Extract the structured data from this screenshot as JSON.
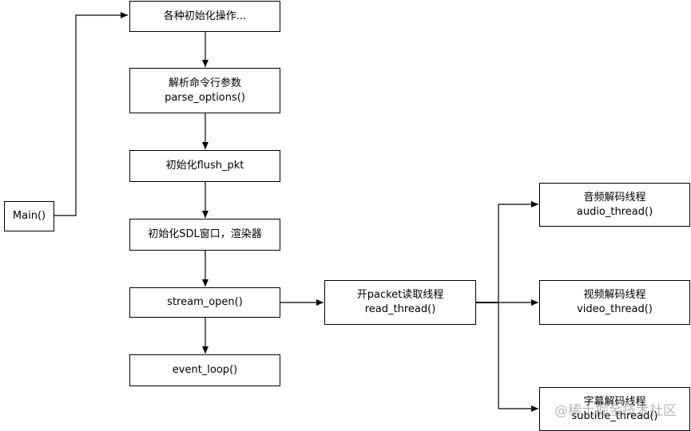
{
  "nodes": {
    "main": {
      "label": "Main()"
    },
    "init_ops": {
      "label": "各种初始化操作..."
    },
    "parse_args": {
      "label": "解析命令行参数",
      "sub": "parse_options()"
    },
    "init_flush": {
      "label": "初始化flush_pkt"
    },
    "init_sdl": {
      "label": "初始化SDL窗口，渲染器"
    },
    "stream_open": {
      "label": "stream_open()"
    },
    "event_loop": {
      "label": "event_loop()"
    },
    "read_thread": {
      "label": "开packet读取线程",
      "sub": "read_thread()"
    },
    "audio_thread": {
      "label": "音频解码线程",
      "sub": "audio_thread()"
    },
    "video_thread": {
      "label": "视频解码线程",
      "sub": "video_thread()"
    },
    "subtitle_thread": {
      "label": "字幕解码线程",
      "sub": "subtitle_thread()"
    }
  },
  "watermark": "@稀土掘金技术社区",
  "colors": {
    "line": "#000000",
    "box_border": "#000000",
    "background": "#ffffff"
  }
}
